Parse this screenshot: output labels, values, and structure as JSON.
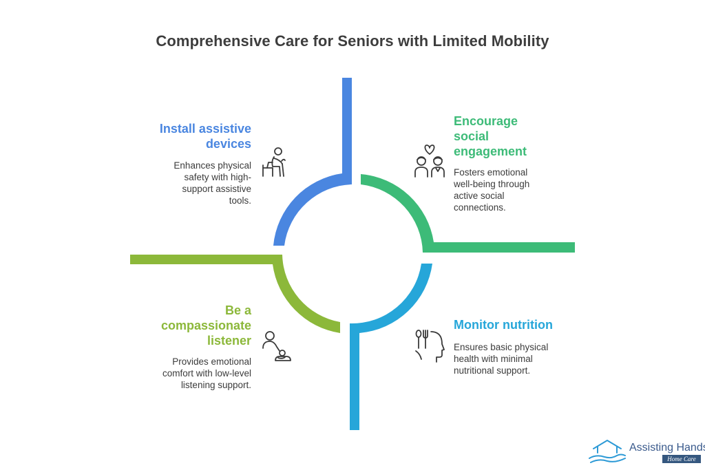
{
  "title": "Comprehensive Care for Seniors with Limited Mobility",
  "colors": {
    "blue": "#4a86e0",
    "teal": "#3dbb78",
    "green": "#8cb83a",
    "cyan": "#26a6d9"
  },
  "quadrants": [
    {
      "heading_lines": [
        "Install assistive",
        "devices"
      ],
      "description_lines": [
        "Enhances physical",
        "safety with high-",
        "support assistive",
        "tools."
      ],
      "icon": "senior-with-cane-icon",
      "color": "#4a86e0"
    },
    {
      "heading_lines": [
        "Encourage",
        "social",
        "engagement"
      ],
      "description_lines": [
        "Fosters emotional",
        "well-being through",
        "active social",
        "connections."
      ],
      "icon": "couple-with-heart-icon",
      "color": "#3dbb78"
    },
    {
      "heading_lines": [
        "Be a",
        "compassionate",
        "listener"
      ],
      "description_lines": [
        "Provides emotional",
        "comfort with low-level",
        "listening support."
      ],
      "icon": "comforting-person-icon",
      "color": "#8cb83a"
    },
    {
      "heading_lines": [
        "Monitor nutrition"
      ],
      "description_lines": [
        "Ensures basic physical",
        "health with minimal",
        "nutritional support."
      ],
      "icon": "head-with-fork-spoon-icon",
      "color": "#26a6d9"
    }
  ],
  "logo": {
    "name": "Assisting Hands",
    "mark": "®",
    "tagline": "Home Care"
  }
}
